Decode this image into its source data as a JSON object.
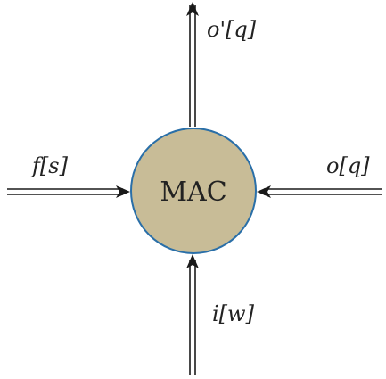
{
  "node": {
    "label": "MAC",
    "fill": "#c8bc97",
    "stroke": "#2a6fa8"
  },
  "arrows": {
    "left": {
      "label": "f[s]"
    },
    "right": {
      "label": "o[q]"
    },
    "top": {
      "label": "o'[q]"
    },
    "bottom": {
      "label": "i[w]"
    }
  },
  "colors": {
    "line": "#1a1a1a"
  }
}
